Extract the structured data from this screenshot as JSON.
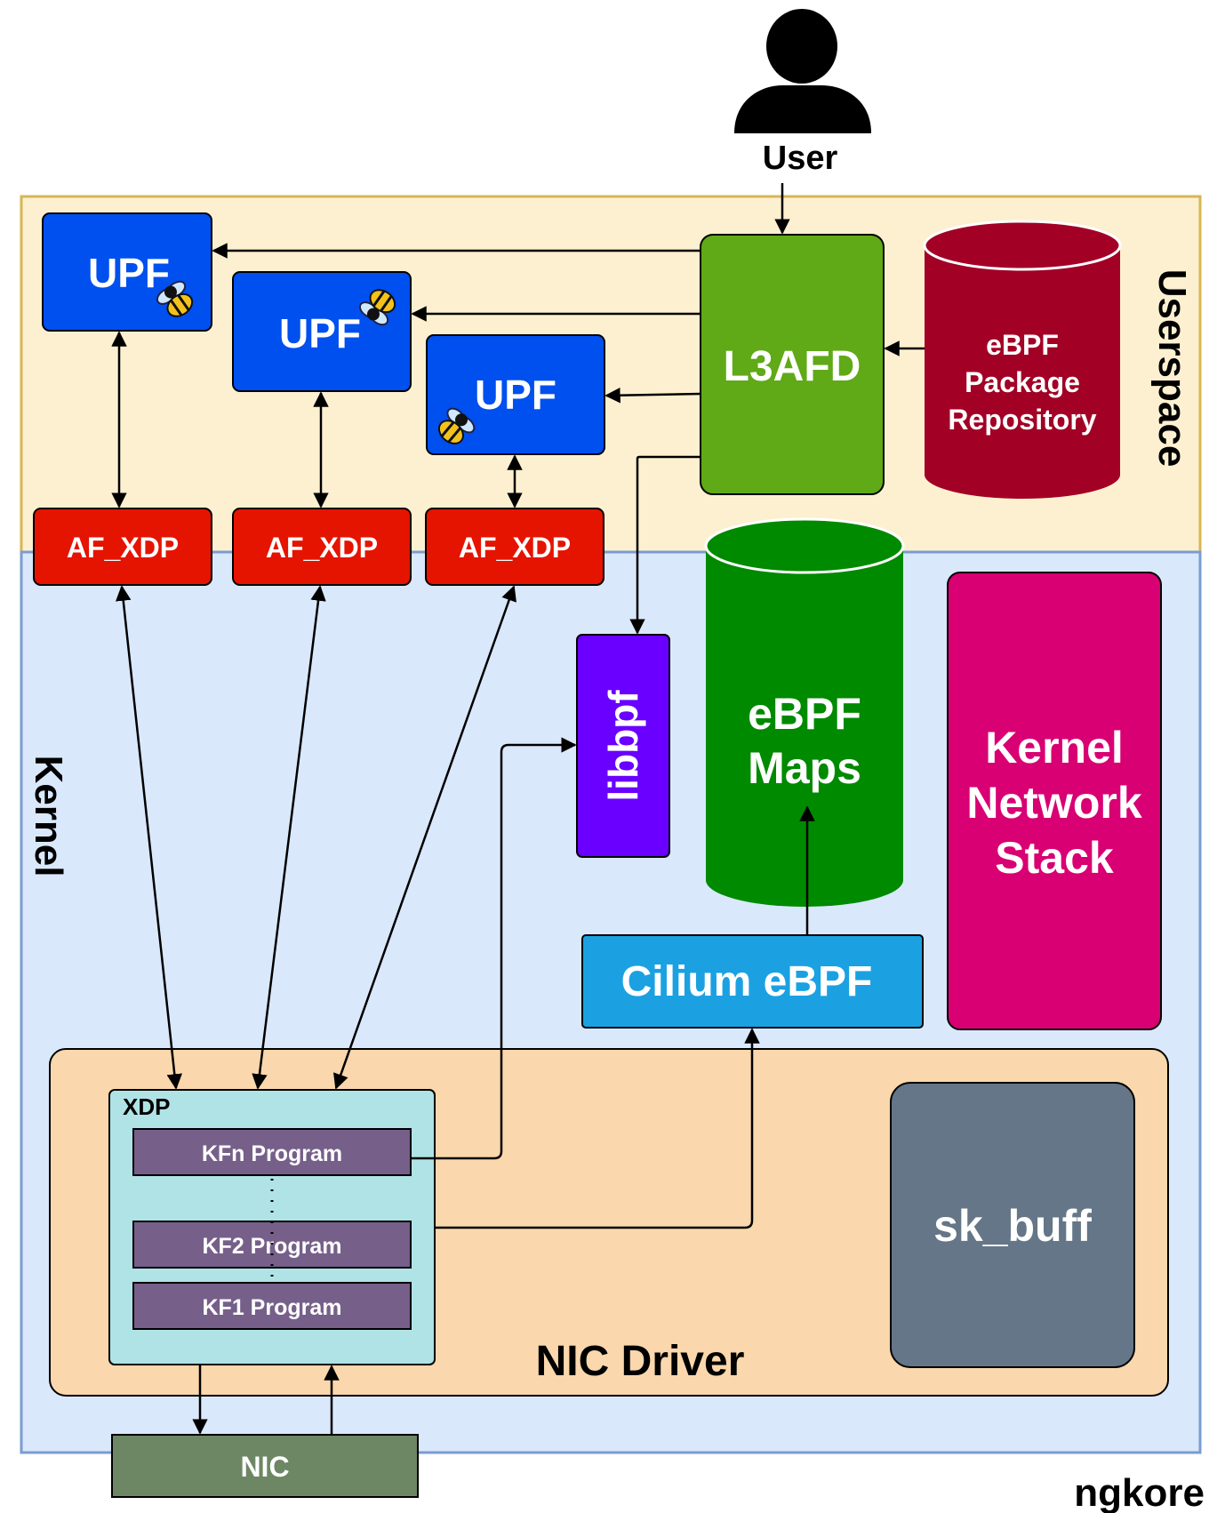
{
  "user": {
    "label": "User"
  },
  "regions": {
    "userspace": {
      "label": "Userspace"
    },
    "kernel": {
      "label": "Kernel"
    },
    "nic_driver": {
      "label": "NIC Driver"
    }
  },
  "upf_boxes": [
    {
      "label": "UPF",
      "icon": "bee-icon"
    },
    {
      "label": "UPF",
      "icon": "bee-icon"
    },
    {
      "label": "UPF",
      "icon": "bee-icon"
    }
  ],
  "af_xdp": [
    "AF_XDP",
    "AF_XDP",
    "AF_XDP"
  ],
  "l3afd": {
    "label": "L3AFD"
  },
  "repository": {
    "lines": [
      "eBPF",
      "Package",
      "Repository"
    ]
  },
  "libbpf": {
    "label": "libbpf"
  },
  "ebpf_maps": {
    "lines": [
      "eBPF",
      "Maps"
    ]
  },
  "kernel_stack": {
    "lines": [
      "Kernel",
      "Network",
      "Stack"
    ]
  },
  "cilium": {
    "label": "Cilium eBPF"
  },
  "xdp": {
    "label": "XDP",
    "programs": [
      "KFn Program",
      "KF2 Program",
      "KF1 Program"
    ]
  },
  "sk_buff": {
    "label": "sk_buff"
  },
  "nic": {
    "label": "NIC"
  },
  "brand": {
    "label": "ngkore"
  },
  "colors": {
    "userspace_bg": "#fdf0d0",
    "userspace_border": "#d6b656",
    "kernel_bg": "#dae8fc",
    "kernel_border": "#7a9cd0",
    "upf": "#0050ef",
    "af_xdp": "#e51400",
    "l3afd": "#60a917",
    "repository": "#a20025",
    "libbpf": "#6a00ff",
    "ebpf_maps": "#008a00",
    "kernel_stack": "#d80073",
    "cilium": "#1ba1e2",
    "nic_driver": "#fad7ac",
    "xdp": "#b0e3e6",
    "program": "#76608a",
    "sk_buff": "#647687",
    "nic": "#6d8764"
  }
}
